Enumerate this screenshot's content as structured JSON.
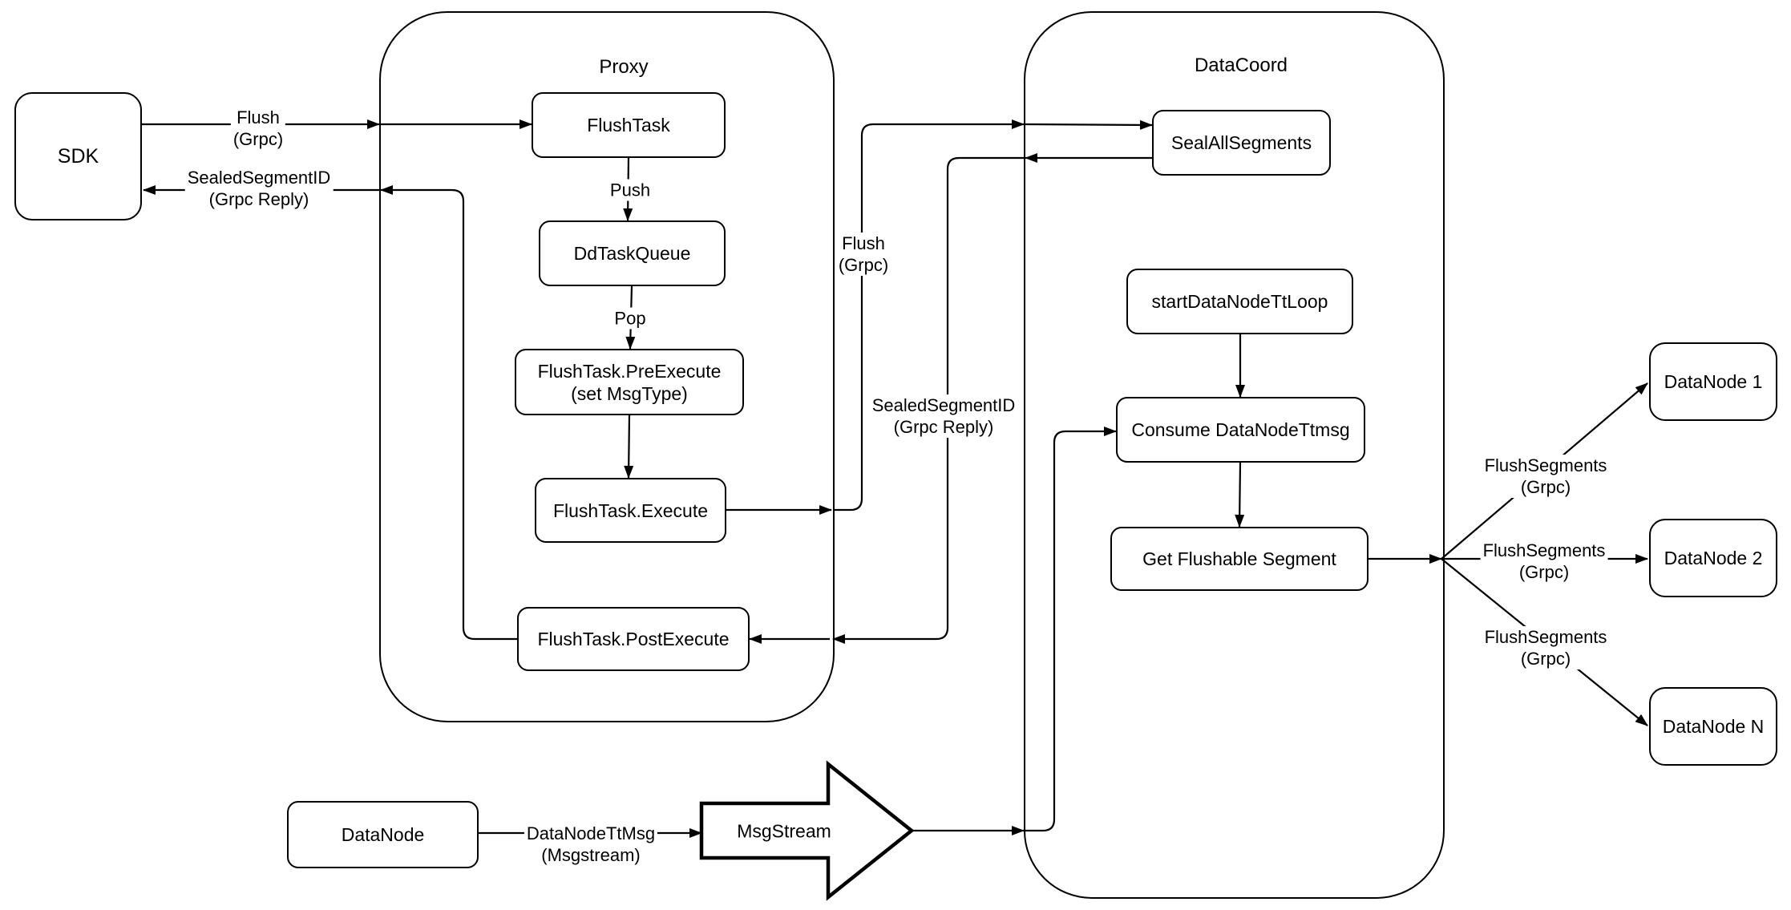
{
  "diagram": {
    "containers": {
      "proxy": {
        "label": "Proxy"
      },
      "datacoord": {
        "label": "DataCoord"
      }
    },
    "nodes": {
      "sdk": {
        "label": "SDK"
      },
      "flushtask": {
        "label": "FlushTask"
      },
      "ddtaskqueue": {
        "label": "DdTaskQueue"
      },
      "preexecute": {
        "line1": "FlushTask.PreExecute",
        "line2": "(set MsgType)"
      },
      "execute": {
        "label": "FlushTask.Execute"
      },
      "postexecute": {
        "label": "FlushTask.PostExecute"
      },
      "sealallsegments": {
        "label": "SealAllSegments"
      },
      "startdatanodettloop": {
        "label": "startDataNodeTtLoop"
      },
      "consumedatanodettmsg": {
        "label": "Consume DataNodeTtmsg"
      },
      "getflushablesegment": {
        "label": "Get Flushable Segment"
      },
      "datanode1": {
        "label": "DataNode 1"
      },
      "datanode2": {
        "label": "DataNode 2"
      },
      "datanoden": {
        "label": "DataNode N"
      },
      "datanode_source": {
        "label": "DataNode"
      },
      "msgstream": {
        "label": "MsgStream"
      }
    },
    "edge_labels": {
      "flush_sdk": {
        "line1": "Flush",
        "line2": "(Grpc)"
      },
      "sealed_sdk": {
        "line1": "SealedSegmentID",
        "line2": "(Grpc Reply)"
      },
      "push": {
        "label": "Push"
      },
      "pop": {
        "label": "Pop"
      },
      "flush_coord": {
        "line1": "Flush",
        "line2": "(Grpc)"
      },
      "sealed_coord": {
        "line1": "SealedSegmentID",
        "line2": "(Grpc Reply)"
      },
      "flushsegments_1": {
        "line1": "FlushSegments",
        "line2": "(Grpc)"
      },
      "flushsegments_2": {
        "line1": "FlushSegments",
        "line2": "(Grpc)"
      },
      "flushsegments_3": {
        "line1": "FlushSegments",
        "line2": "(Grpc)"
      },
      "datanodettmsg": {
        "line1": "DataNodeTtMsg",
        "line2": "(Msgstream)"
      }
    },
    "colors": {
      "stroke": "#000000",
      "fill": "#ffffff",
      "background": "#ffffff"
    }
  }
}
